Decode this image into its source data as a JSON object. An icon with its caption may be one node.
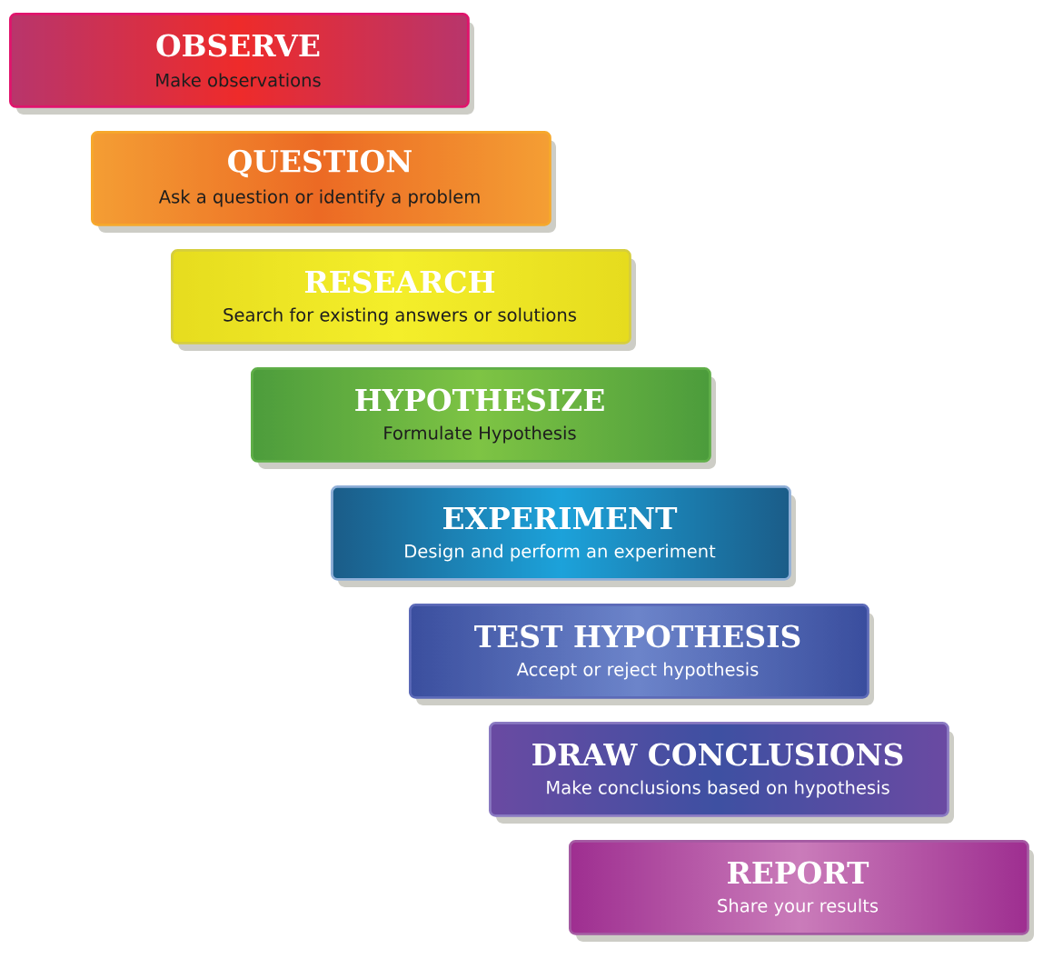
{
  "diagram": {
    "nodes": [
      {
        "text": [
          "OBSERVE",
          "Make observations"
        ]
      },
      {
        "text": [
          "QUESTION",
          "Ask a question or identify a problem"
        ]
      },
      {
        "text": [
          "RESEARCH",
          "Search for existing answers or solutions"
        ]
      },
      {
        "text": [
          "HYPOTHESIZE",
          "Formulate Hypothesis"
        ]
      },
      {
        "text": [
          "EXPERIMENT",
          "Design and perform an experiment"
        ]
      },
      {
        "text": [
          "TEST HYPOTHESIS",
          "Accept or reject hypothesis"
        ]
      },
      {
        "text": [
          "DRAW CONCLUSIONS",
          "Make conclusions based on hypothesis"
        ]
      },
      {
        "text": [
          "REPORT",
          "Share your results"
        ]
      }
    ]
  }
}
